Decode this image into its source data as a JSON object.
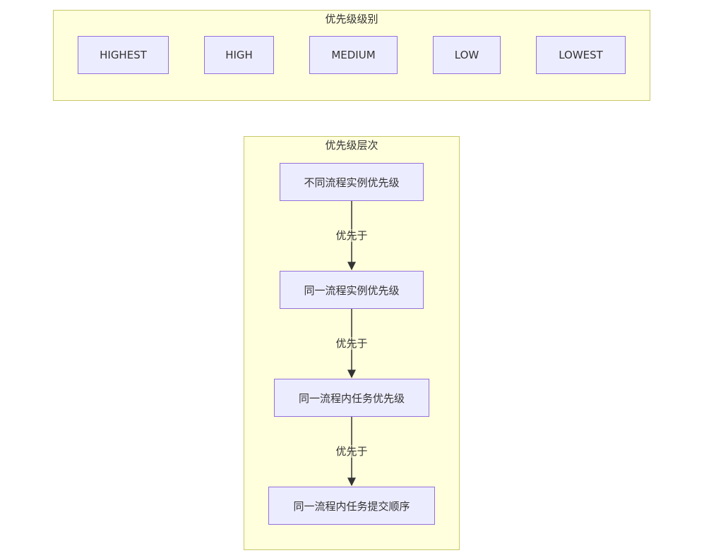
{
  "colors": {
    "cluster_fill": "#ffffde",
    "cluster_border": "#c8c86a",
    "node_fill": "#ececff",
    "node_border": "#9370db",
    "edge": "#333333",
    "text": "#333333"
  },
  "levels_group": {
    "title": "优先级级别",
    "items": [
      "HIGHEST",
      "HIGH",
      "MEDIUM",
      "LOW",
      "LOWEST"
    ]
  },
  "hierarchy_group": {
    "title": "优先级层次",
    "nodes": [
      "不同流程实例优先级",
      "同一流程实例优先级",
      "同一流程内任务优先级",
      "同一流程内任务提交顺序"
    ],
    "edges": [
      {
        "from": 0,
        "to": 1,
        "label": "优先于"
      },
      {
        "from": 1,
        "to": 2,
        "label": "优先于"
      },
      {
        "from": 2,
        "to": 3,
        "label": "优先于"
      }
    ]
  }
}
